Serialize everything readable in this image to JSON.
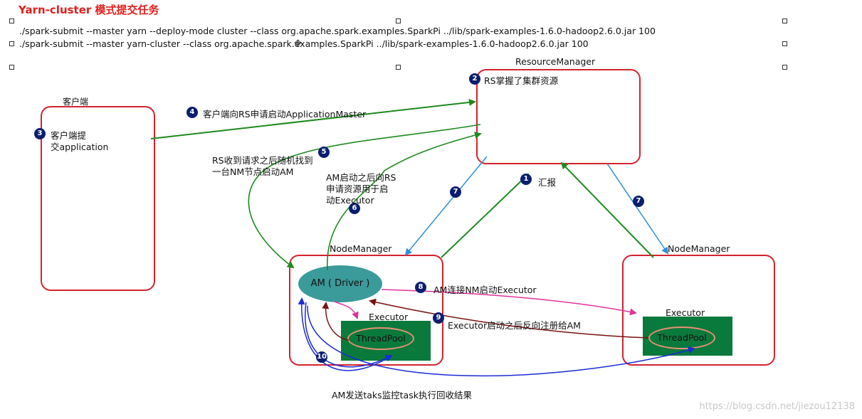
{
  "title": "Yarn-cluster 模式提交任务",
  "commands": [
    "./spark-submit --master yarn --deploy-mode cluster  --class org.apache.spark.examples.SparkPi ../lib/spark-examples-1.6.0-hadoop2.6.0.jar 100",
    "./spark-submit --master yarn-cluster --class org.apache.spark.examples.SparkPi ../lib/spark-examples-1.6.0-hadoop2.6.0.jar 100"
  ],
  "nodes": {
    "resource_manager": "ResourceManager",
    "client": "客户端",
    "node_manager_1": "NodeManager",
    "node_manager_2": "NodeManager",
    "am_driver": "AM ( Driver )",
    "executor_1": "Executor",
    "executor_2": "Executor",
    "threadpool_1": "ThreadPool",
    "threadpool_2": "ThreadPool"
  },
  "steps": [
    {
      "num": "1",
      "text": "汇报"
    },
    {
      "num": "2",
      "text": "RS掌握了集群资源"
    },
    {
      "num": "3",
      "text": "客户端提\n交application"
    },
    {
      "num": "4",
      "text": "客户端向RS申请启动ApplicationMaster"
    },
    {
      "num": "5",
      "text": "RS收到请求之后随机找到\n一台NM节点启动AM"
    },
    {
      "num": "6",
      "text": "AM启动之后向RS\n申请资源用于启\n动Executor"
    },
    {
      "num": "7",
      "text": ""
    },
    {
      "num": "7",
      "text": ""
    },
    {
      "num": "8",
      "text": "AM连接NM启动Executor"
    },
    {
      "num": "9",
      "text": "Executor启动之后反向注册给AM"
    },
    {
      "num": "10",
      "text": "AM发送taks监控task执行回收结果"
    }
  ],
  "watermark": "https://blog.csdn.net/jiezou12138",
  "colors": {
    "title": "#e0201d",
    "box_border": "#d3232d",
    "green_arrow": "#1e8a1e",
    "blue_arrow": "#2f8fd8",
    "magenta_arrow": "#e0329a",
    "darkred_arrow": "#7a1010",
    "navy_arrow": "#1a2bd6",
    "executor_fill": "#0a7a3c",
    "am_fill": "#3b9a9a",
    "badge": "#0b1e6e"
  }
}
